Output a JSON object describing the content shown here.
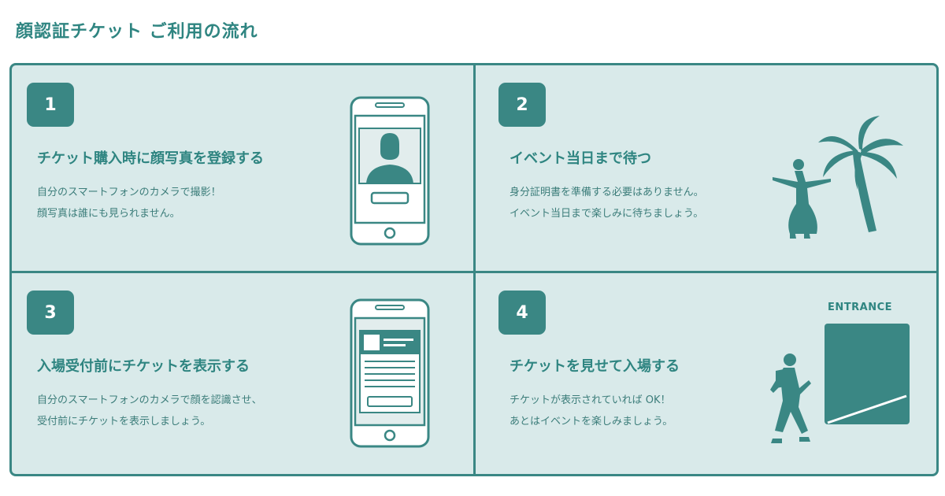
{
  "title": "顔認証チケット ご利用の流れ",
  "steps": [
    {
      "number": "1",
      "title": "チケット購入時に顔写真を登録する",
      "desc": [
        "自分のスマートフォンのカメラで撮影！",
        "顔写真は誰にも見られません。"
      ]
    },
    {
      "number": "2",
      "title": "イベント当日まで待つ",
      "desc": [
        "身分証明書を準備する必要はありません。",
        "イベント当日まで楽しみに待ちましょう。"
      ]
    },
    {
      "number": "3",
      "title": "入場受付前にチケットを表示する",
      "desc": [
        "自分のスマートフォンのカメラで顔を認識させ、",
        "受付前にチケットを表示しましょう。"
      ]
    },
    {
      "number": "4",
      "title": "チケットを見せて入場する",
      "desc": [
        "チケットが表示されていれば OK！",
        "あとはイベントを楽しみましょう。"
      ],
      "entrance_label": "ENTRANCE"
    }
  ],
  "colors": {
    "accent": "#3a8784",
    "panel_bg": "#d9eaea",
    "title": "#2f8581"
  }
}
